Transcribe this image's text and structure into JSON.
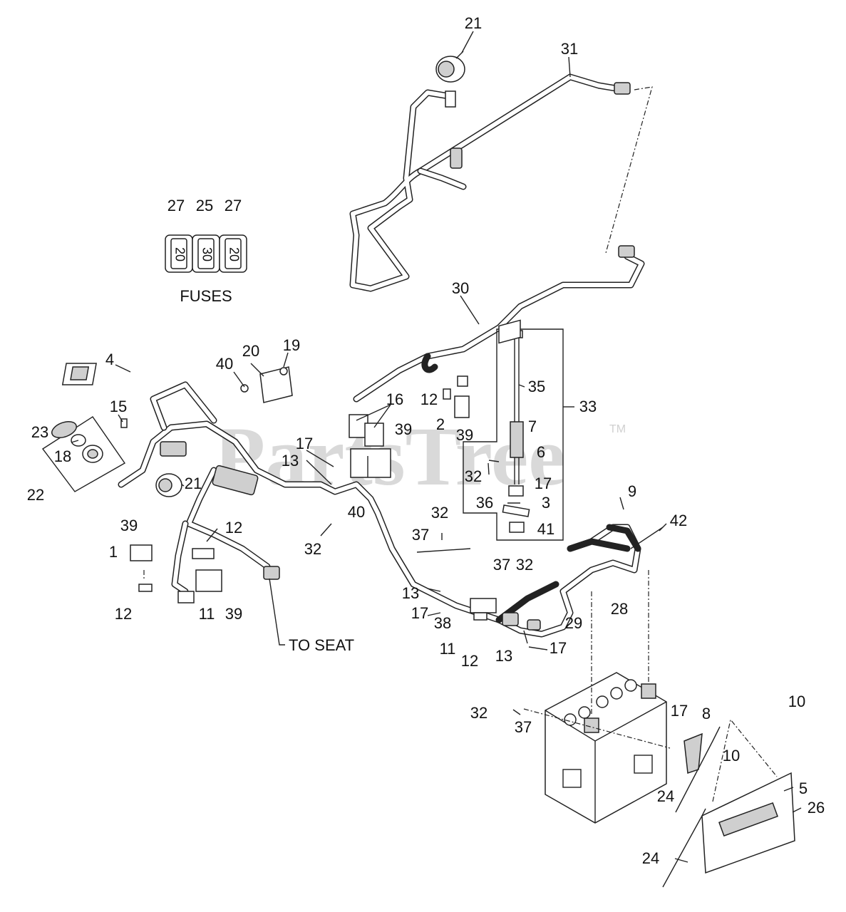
{
  "diagram": {
    "fuses_caption": "FUSES",
    "to_seat_label": "TO SEAT",
    "watermark": "PartsTree",
    "watermark_tm": "TM",
    "fuse_values": [
      "20",
      "30",
      "20"
    ],
    "callouts": [
      {
        "id": "c21a",
        "text": "21"
      },
      {
        "id": "c31",
        "text": "31"
      },
      {
        "id": "c27a",
        "text": "27"
      },
      {
        "id": "c25",
        "text": "25"
      },
      {
        "id": "c27b",
        "text": "27"
      },
      {
        "id": "c30",
        "text": "30"
      },
      {
        "id": "c4",
        "text": "4"
      },
      {
        "id": "c40a",
        "text": "40"
      },
      {
        "id": "c20",
        "text": "20"
      },
      {
        "id": "c19",
        "text": "19"
      },
      {
        "id": "c16",
        "text": "16"
      },
      {
        "id": "c35",
        "text": "35"
      },
      {
        "id": "c33",
        "text": "33"
      },
      {
        "id": "c12a",
        "text": "12"
      },
      {
        "id": "c15",
        "text": "15"
      },
      {
        "id": "c23",
        "text": "23"
      },
      {
        "id": "c18",
        "text": "18"
      },
      {
        "id": "c2",
        "text": "2"
      },
      {
        "id": "c39a",
        "text": "39"
      },
      {
        "id": "c39b",
        "text": "39"
      },
      {
        "id": "c7",
        "text": "7"
      },
      {
        "id": "c17a",
        "text": "17"
      },
      {
        "id": "c13a",
        "text": "13"
      },
      {
        "id": "c6",
        "text": "6"
      },
      {
        "id": "c32a",
        "text": "32"
      },
      {
        "id": "c17b",
        "text": "17"
      },
      {
        "id": "c21b",
        "text": "21"
      },
      {
        "id": "c22",
        "text": "22"
      },
      {
        "id": "c40b",
        "text": "40"
      },
      {
        "id": "c36",
        "text": "36"
      },
      {
        "id": "c3",
        "text": "3"
      },
      {
        "id": "c9",
        "text": "9"
      },
      {
        "id": "c32b",
        "text": "32"
      },
      {
        "id": "c41",
        "text": "41"
      },
      {
        "id": "c42",
        "text": "42"
      },
      {
        "id": "c39c",
        "text": "39"
      },
      {
        "id": "c12b",
        "text": "12"
      },
      {
        "id": "c37a",
        "text": "37"
      },
      {
        "id": "c1",
        "text": "1"
      },
      {
        "id": "c32c",
        "text": "32"
      },
      {
        "id": "c37b",
        "text": "37"
      },
      {
        "id": "c32d",
        "text": "32"
      },
      {
        "id": "c12c",
        "text": "12"
      },
      {
        "id": "c11a",
        "text": "11"
      },
      {
        "id": "c39d",
        "text": "39"
      },
      {
        "id": "c13b",
        "text": "13"
      },
      {
        "id": "c28",
        "text": "28"
      },
      {
        "id": "c17c",
        "text": "17"
      },
      {
        "id": "c38",
        "text": "38"
      },
      {
        "id": "c29",
        "text": "29"
      },
      {
        "id": "c11b",
        "text": "11"
      },
      {
        "id": "c12d",
        "text": "12"
      },
      {
        "id": "c13c",
        "text": "13"
      },
      {
        "id": "c17d",
        "text": "17"
      },
      {
        "id": "c10a",
        "text": "10"
      },
      {
        "id": "c32e",
        "text": "32"
      },
      {
        "id": "c37c",
        "text": "37"
      },
      {
        "id": "c17e",
        "text": "17"
      },
      {
        "id": "c8",
        "text": "8"
      },
      {
        "id": "c10b",
        "text": "10"
      },
      {
        "id": "c5",
        "text": "5"
      },
      {
        "id": "c24a",
        "text": "24"
      },
      {
        "id": "c26",
        "text": "26"
      },
      {
        "id": "c24b",
        "text": "24"
      }
    ]
  }
}
